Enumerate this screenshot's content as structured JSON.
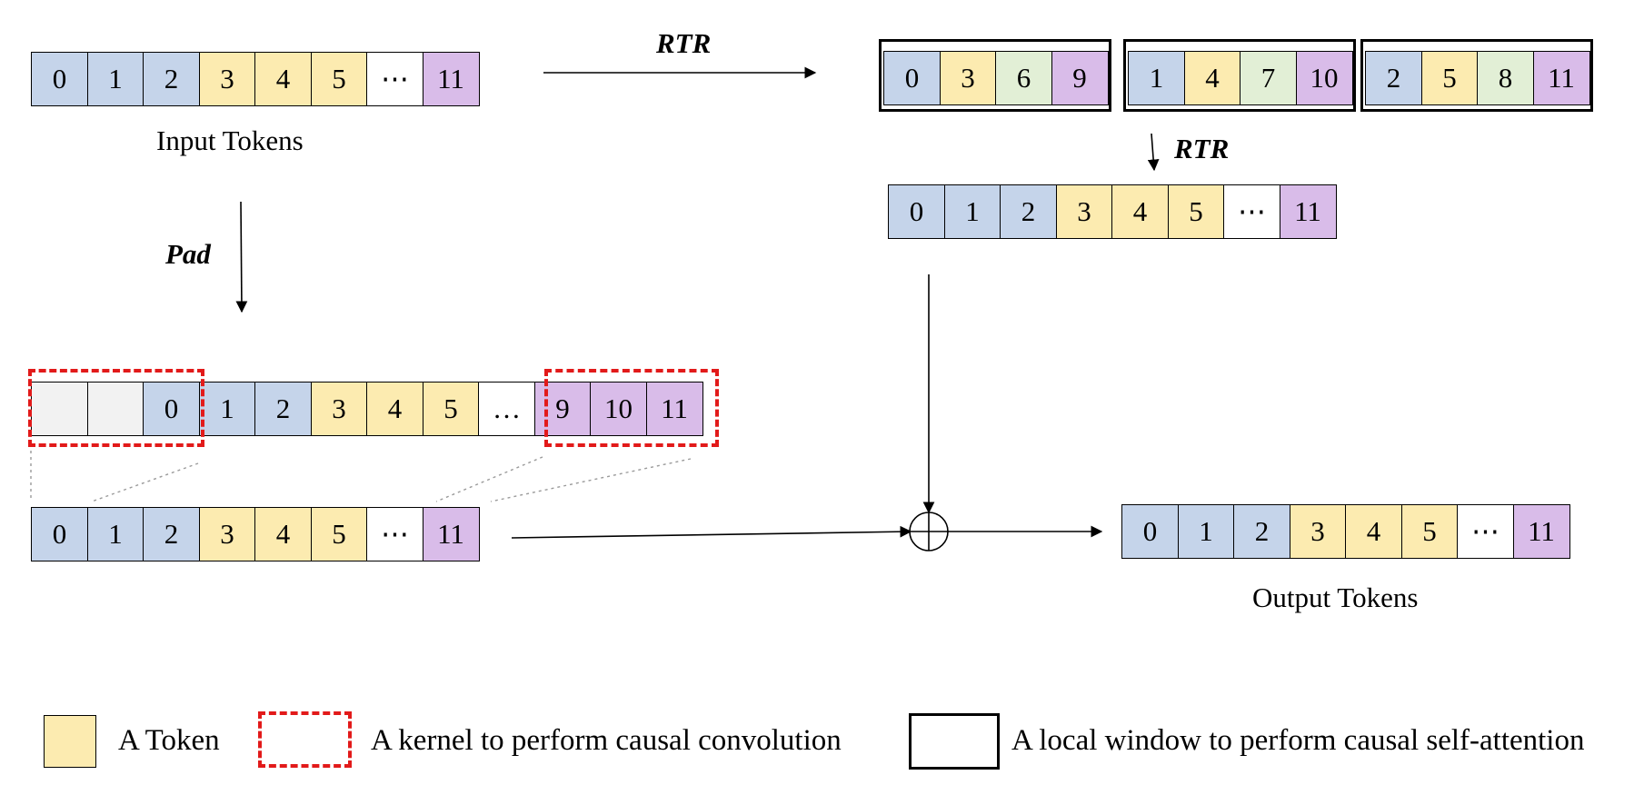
{
  "rows": {
    "input": [
      {
        "t": "0",
        "c": "blue"
      },
      {
        "t": "1",
        "c": "blue"
      },
      {
        "t": "2",
        "c": "blue"
      },
      {
        "t": "3",
        "c": "yellow"
      },
      {
        "t": "4",
        "c": "yellow"
      },
      {
        "t": "5",
        "c": "yellow"
      },
      {
        "t": "⋯",
        "c": "white"
      },
      {
        "t": "11",
        "c": "purple"
      }
    ],
    "win1": [
      {
        "t": "0",
        "c": "blue"
      },
      {
        "t": "3",
        "c": "yellow"
      },
      {
        "t": "6",
        "c": "green"
      },
      {
        "t": "9",
        "c": "purple"
      }
    ],
    "win2": [
      {
        "t": "1",
        "c": "blue"
      },
      {
        "t": "4",
        "c": "yellow"
      },
      {
        "t": "7",
        "c": "green"
      },
      {
        "t": "10",
        "c": "purple"
      }
    ],
    "win3": [
      {
        "t": "2",
        "c": "blue"
      },
      {
        "t": "5",
        "c": "yellow"
      },
      {
        "t": "8",
        "c": "green"
      },
      {
        "t": "11",
        "c": "purple"
      }
    ],
    "rtrOut": [
      {
        "t": "0",
        "c": "blue"
      },
      {
        "t": "1",
        "c": "blue"
      },
      {
        "t": "2",
        "c": "blue"
      },
      {
        "t": "3",
        "c": "yellow"
      },
      {
        "t": "4",
        "c": "yellow"
      },
      {
        "t": "5",
        "c": "yellow"
      },
      {
        "t": "⋯",
        "c": "white"
      },
      {
        "t": "11",
        "c": "purple"
      }
    ],
    "padded": [
      {
        "t": "",
        "c": "gray"
      },
      {
        "t": "",
        "c": "gray"
      },
      {
        "t": "0",
        "c": "blue"
      },
      {
        "t": "1",
        "c": "blue"
      },
      {
        "t": "2",
        "c": "blue"
      },
      {
        "t": "3",
        "c": "yellow"
      },
      {
        "t": "4",
        "c": "yellow"
      },
      {
        "t": "5",
        "c": "yellow"
      },
      {
        "t": "…",
        "c": "white"
      },
      {
        "t": "9",
        "c": "purple"
      },
      {
        "t": "10",
        "c": "purple"
      },
      {
        "t": "11",
        "c": "purple"
      }
    ],
    "convOut": [
      {
        "t": "0",
        "c": "blue"
      },
      {
        "t": "1",
        "c": "blue"
      },
      {
        "t": "2",
        "c": "blue"
      },
      {
        "t": "3",
        "c": "yellow"
      },
      {
        "t": "4",
        "c": "yellow"
      },
      {
        "t": "5",
        "c": "yellow"
      },
      {
        "t": "⋯",
        "c": "white"
      },
      {
        "t": "11",
        "c": "purple"
      }
    ],
    "output": [
      {
        "t": "0",
        "c": "blue"
      },
      {
        "t": "1",
        "c": "blue"
      },
      {
        "t": "2",
        "c": "blue"
      },
      {
        "t": "3",
        "c": "yellow"
      },
      {
        "t": "4",
        "c": "yellow"
      },
      {
        "t": "5",
        "c": "yellow"
      },
      {
        "t": "⋯",
        "c": "white"
      },
      {
        "t": "11",
        "c": "purple"
      }
    ]
  },
  "labels": {
    "input": "Input Tokens",
    "output": "Output Tokens",
    "rtr_top": "RTR",
    "rtr_side": "RTR",
    "pad": "Pad"
  },
  "legend": {
    "token": "A  Token",
    "kernel": "A kernel to perform causal convolution",
    "window": "A local window to perform causal self-attention"
  },
  "colors": {
    "blue": "#c5d4ea",
    "yellow": "#fcebb0",
    "green": "#e2efd6",
    "purple": "#d9bce9",
    "kernel_dash": "#e21a1a"
  }
}
